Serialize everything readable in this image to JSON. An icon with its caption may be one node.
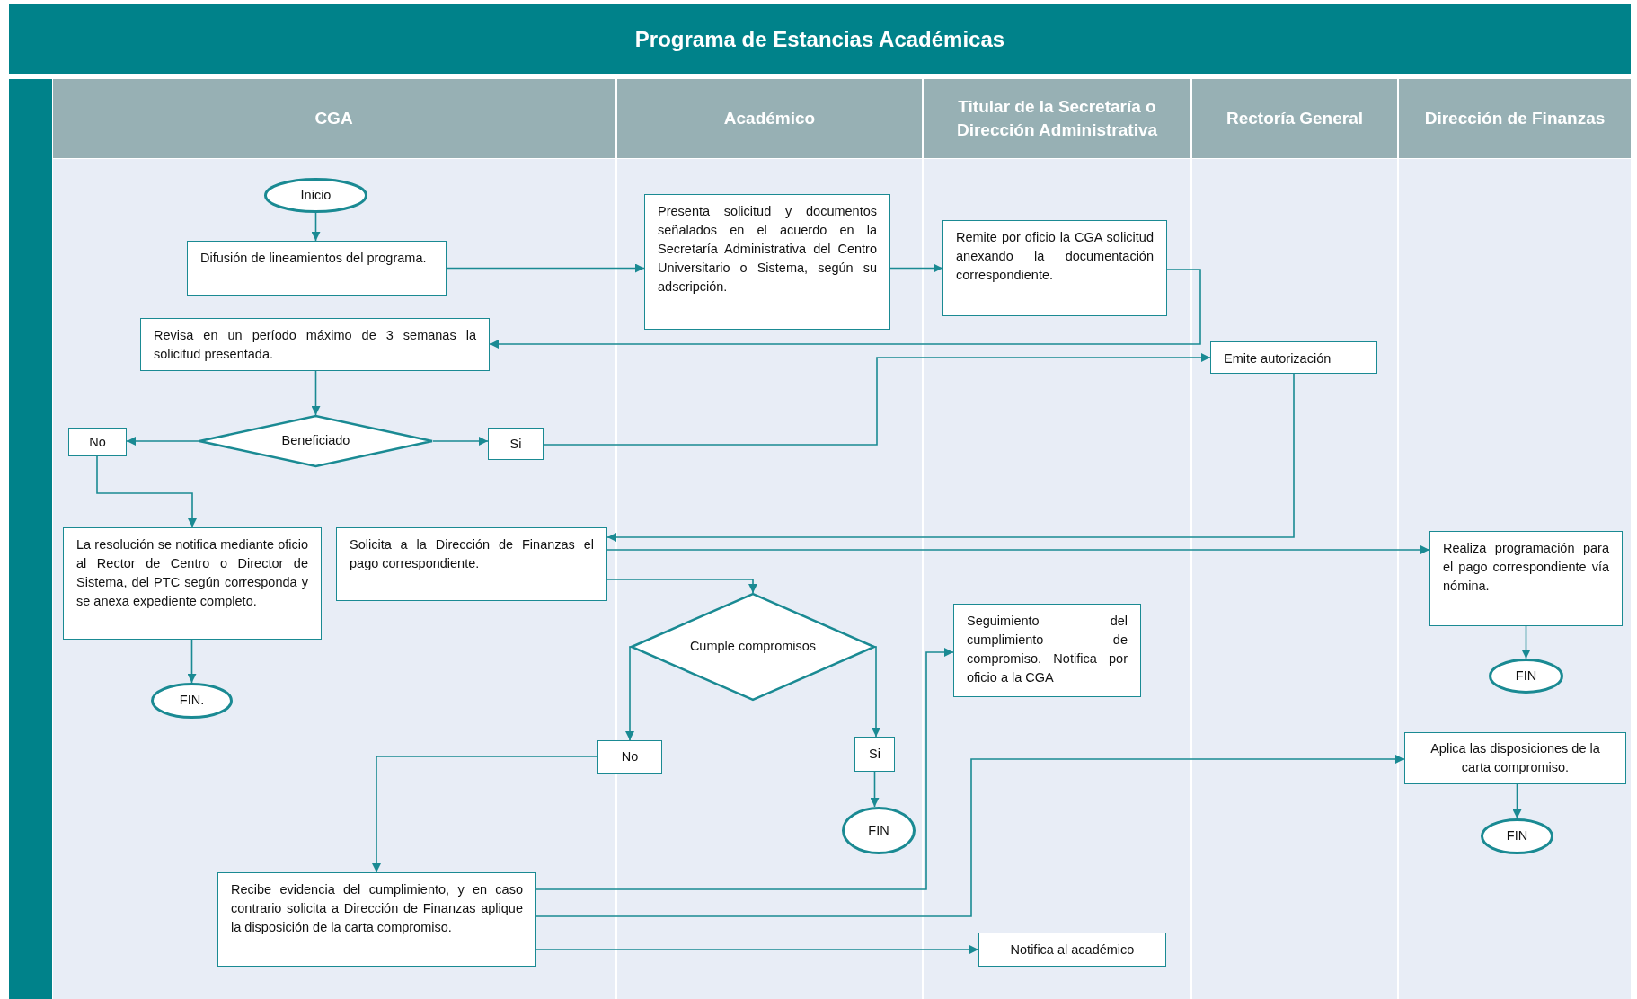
{
  "diagram": {
    "title": "Programa de Estancias Académicas",
    "nodes": [
      {
        "text": [
          "CGA"
        ]
      },
      {
        "text": [
          "Académico"
        ]
      },
      {
        "text": [
          "Titular de la Secretaría o Dirección Administrativa"
        ]
      },
      {
        "text": [
          "Rectoría General"
        ]
      },
      {
        "text": [
          "Dirección de Finanzas"
        ]
      },
      {
        "text": [
          "Inicio"
        ]
      },
      {
        "text": [
          "Difusión de lineamientos del programa."
        ]
      },
      {
        "text": [
          "Presenta solicitud y documentos señalados en el acuerdo en la Secretaría Administrativa del Centro Universitario o Sistema, según su adscripción."
        ]
      },
      {
        "text": [
          "Remite por oficio la CGA solicitud anexando la documentación correspondiente."
        ]
      },
      {
        "text": [
          "Revisa en un período máximo de 3 semanas la solicitud presentada."
        ]
      },
      {
        "text": [
          "Beneficiado"
        ]
      },
      {
        "text": [
          "No"
        ]
      },
      {
        "text": [
          "Si"
        ]
      },
      {
        "text": [
          "Emite autorización"
        ]
      },
      {
        "text": [
          "La resolución se notifica mediante oficio al Rector de Centro o Director de Sistema, del PTC según corresponda y se anexa expediente completo."
        ]
      },
      {
        "text": [
          "Solicita a la Dirección de Finanzas el pago correspondiente."
        ]
      },
      {
        "text": [
          "Realiza programación para el pago correspondiente vía nómina."
        ]
      },
      {
        "text": [
          "FIN."
        ]
      },
      {
        "text": [
          "Cumple compromisos"
        ]
      },
      {
        "text": [
          "Seguimiento del cumplimiento de compromiso. Notifica por oficio a la CGA"
        ]
      },
      {
        "text": [
          "FIN"
        ]
      },
      {
        "text": [
          "Aplica las disposiciones de la carta compromiso."
        ]
      },
      {
        "text": [
          "No"
        ]
      },
      {
        "text": [
          "Si"
        ]
      },
      {
        "text": [
          "FIN"
        ]
      },
      {
        "text": [
          "FIN"
        ]
      },
      {
        "text": [
          "Recibe evidencia del cumplimiento, y en caso contrario solicita a Dirección de Finanzas aplique la disposición de la carta compromiso."
        ]
      },
      {
        "text": [
          "Notifica al académico"
        ]
      }
    ],
    "edges": [
      {
        "from": 5,
        "to": 6,
        "arrow": "to"
      },
      {
        "from": 6,
        "to": 7,
        "arrow": "to"
      },
      {
        "from": 7,
        "to": 8,
        "arrow": "to"
      },
      {
        "from": 8,
        "to": 9,
        "arrow": "to"
      },
      {
        "from": 9,
        "to": 10,
        "arrow": "to"
      },
      {
        "from": 10,
        "to": 11,
        "arrow": "to"
      },
      {
        "from": 10,
        "to": 12,
        "arrow": "to"
      },
      {
        "from": 12,
        "to": 13,
        "arrow": "to"
      },
      {
        "from": 11,
        "to": 14,
        "arrow": "to"
      },
      {
        "from": 13,
        "to": 15,
        "arrow": "to"
      },
      {
        "from": 15,
        "to": 16,
        "arrow": "to"
      },
      {
        "from": 15,
        "to": 18,
        "arrow": "to"
      },
      {
        "from": 14,
        "to": 17,
        "arrow": "to"
      },
      {
        "from": 16,
        "to": 20,
        "arrow": "to"
      },
      {
        "from": 18,
        "to": 22,
        "arrow": "to"
      },
      {
        "from": 18,
        "to": 23,
        "arrow": "to"
      },
      {
        "from": 23,
        "to": 24,
        "arrow": "to"
      },
      {
        "from": 22,
        "to": 26,
        "arrow": "to"
      },
      {
        "from": 26,
        "to": 19,
        "arrow": "to"
      },
      {
        "from": 26,
        "to": 21,
        "arrow": "to"
      },
      {
        "from": 26,
        "to": 27,
        "arrow": "to"
      },
      {
        "from": 21,
        "to": 25,
        "arrow": "to"
      }
    ]
  }
}
